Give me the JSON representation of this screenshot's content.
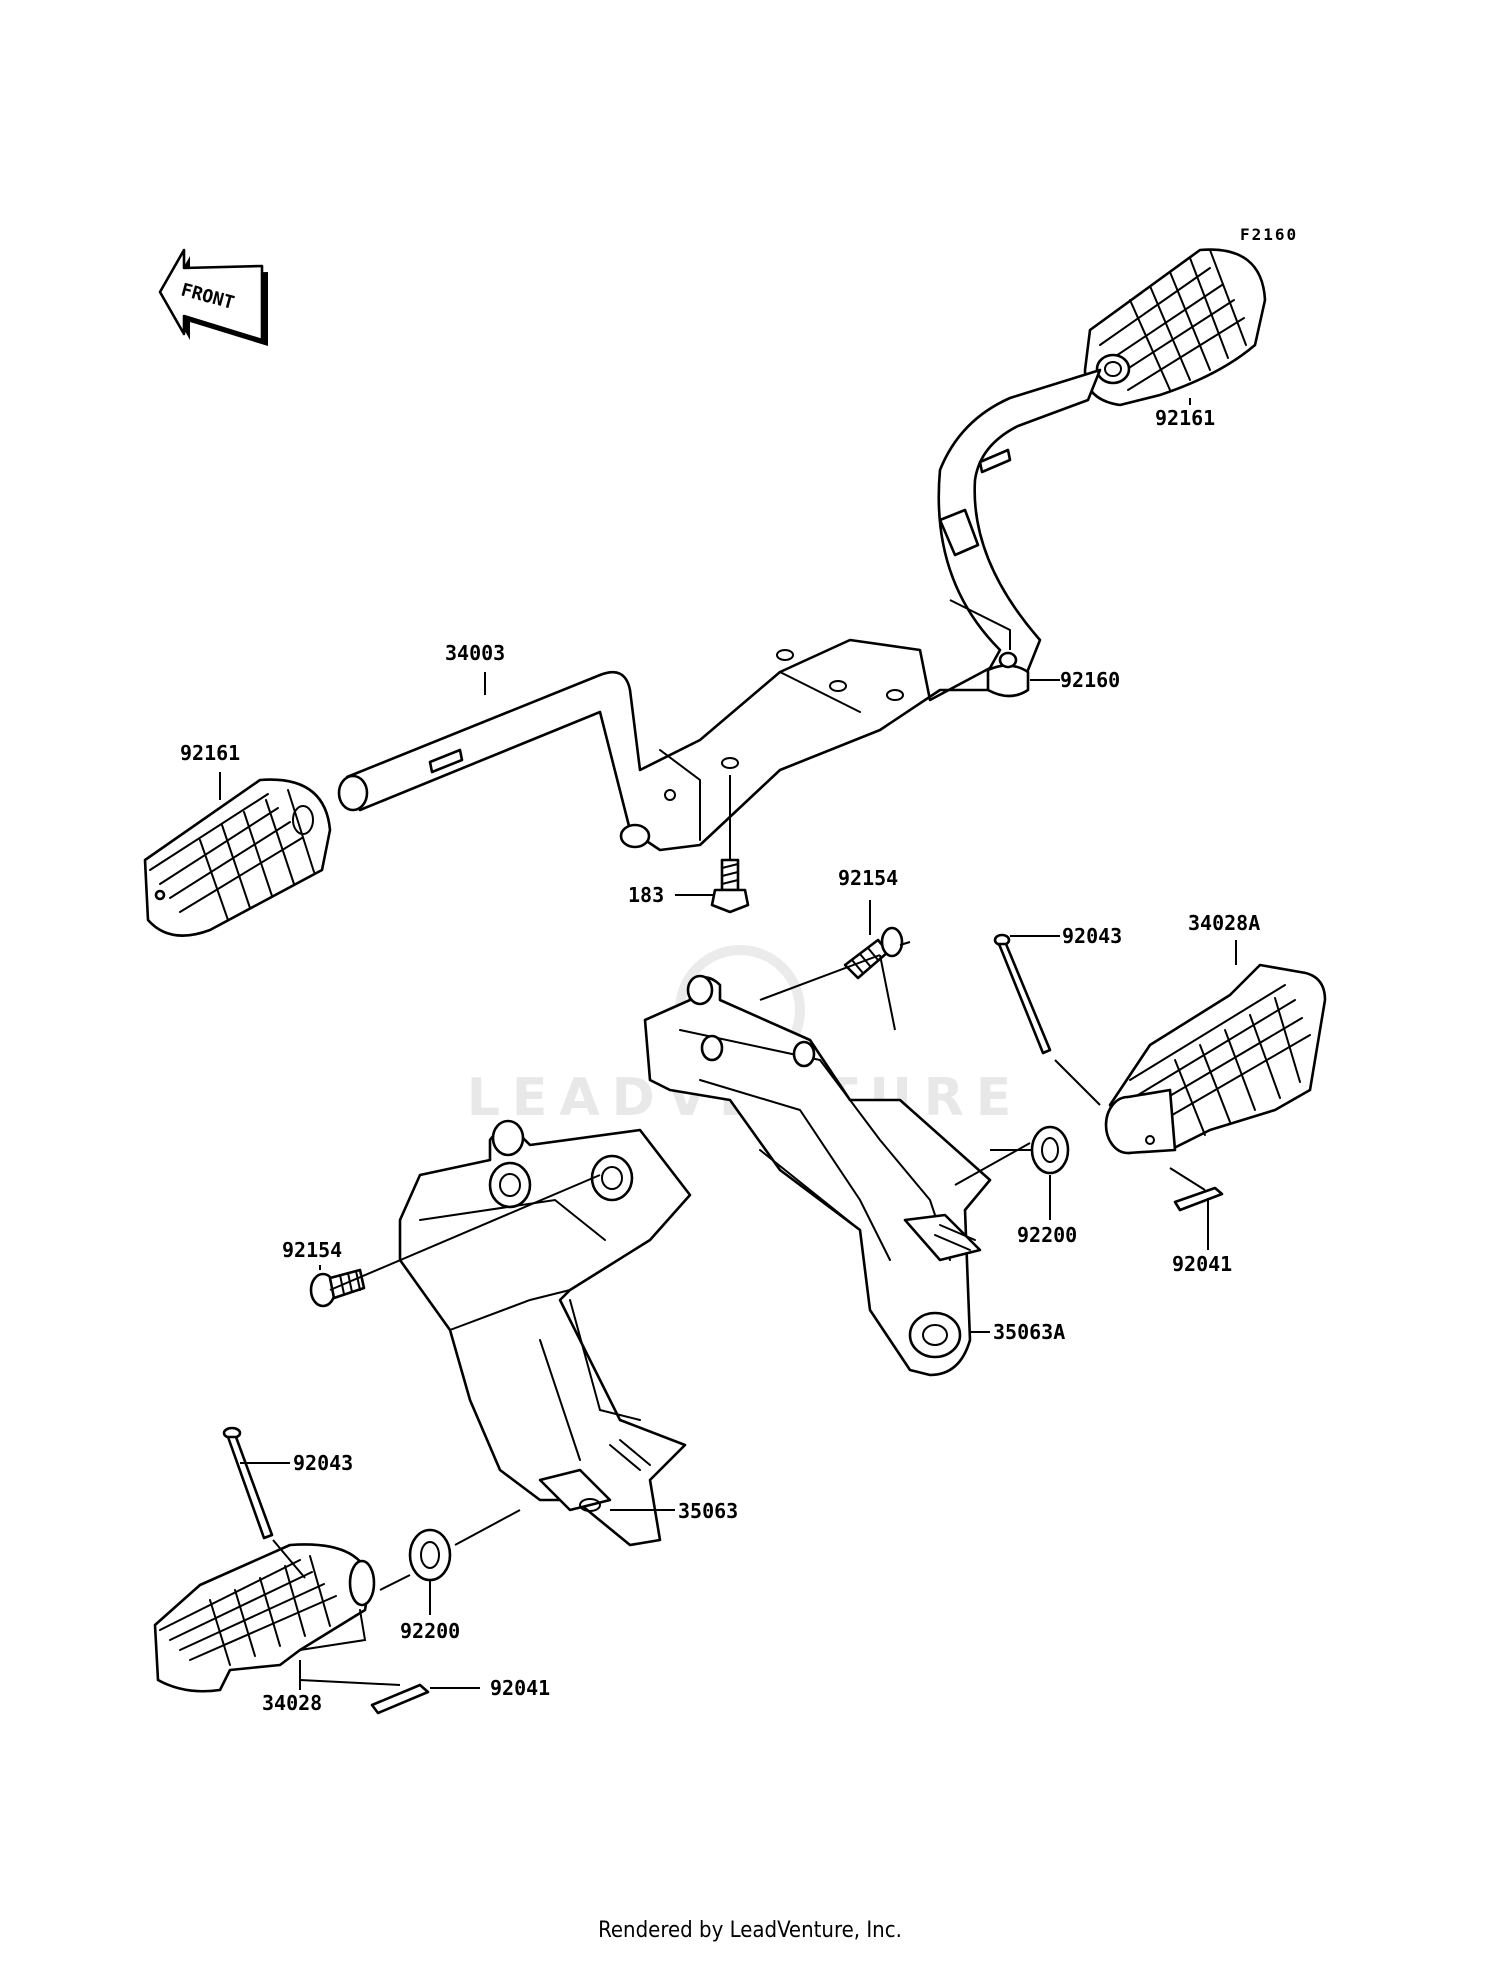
{
  "reference": "F2160",
  "front_arrow": "FRONT",
  "watermark": "LEADVENTURE",
  "footer": "Rendered by LeadVenture, Inc.",
  "labels": {
    "p92161_top": "92161",
    "p92161_left": "92161",
    "p34003": "34003",
    "p92160": "92160",
    "p183": "183",
    "p92154_top": "92154",
    "p92154_left": "92154",
    "p92043_right": "92043",
    "p92043_left": "92043",
    "p34028A": "34028A",
    "p34028": "34028",
    "p92200_right": "92200",
    "p92200_left": "92200",
    "p92041_right": "92041",
    "p92041_left": "92041",
    "p35063A": "35063A",
    "p35063": "35063"
  }
}
